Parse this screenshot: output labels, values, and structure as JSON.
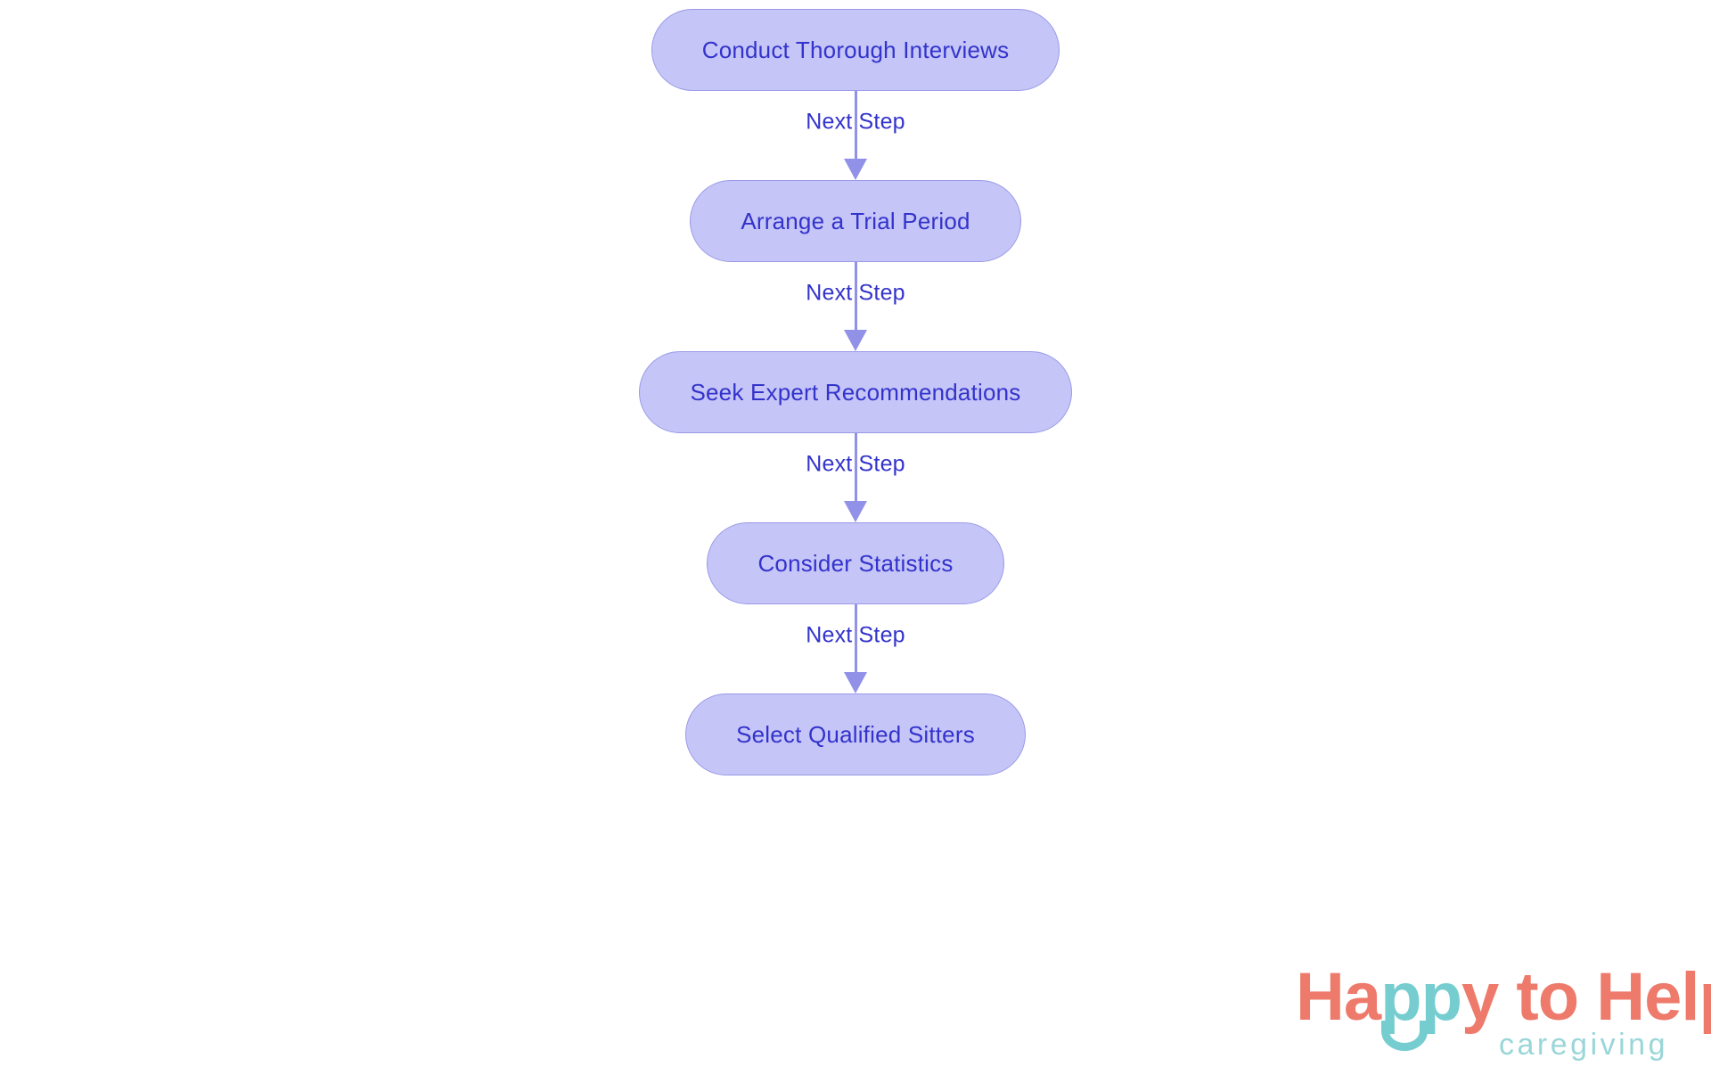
{
  "diagram": {
    "type": "flowchart",
    "direction": "top-to-bottom",
    "nodes": [
      {
        "id": "n1",
        "label": "Conduct Thorough Interviews",
        "shape": "stadium"
      },
      {
        "id": "n2",
        "label": "Arrange a Trial Period",
        "shape": "stadium"
      },
      {
        "id": "n3",
        "label": "Seek Expert Recommendations",
        "shape": "stadium"
      },
      {
        "id": "n4",
        "label": "Consider Statistics",
        "shape": "stadium"
      },
      {
        "id": "n5",
        "label": "Select Qualified Sitters",
        "shape": "stadium"
      }
    ],
    "edges": [
      {
        "from": "n1",
        "to": "n2",
        "label": "Next Step"
      },
      {
        "from": "n2",
        "to": "n3",
        "label": "Next Step"
      },
      {
        "from": "n3",
        "to": "n4",
        "label": "Next Step"
      },
      {
        "from": "n4",
        "to": "n5",
        "label": "Next Step"
      }
    ],
    "colors": {
      "node_fill": "#c5c5f7",
      "node_border": "#9a9ae8",
      "node_text": "#3333cc",
      "edge_line": "#9191e8",
      "edge_label_text": "#3333cc",
      "background": "#ffffff"
    }
  },
  "logo": {
    "word_1": "Ha",
    "word_2": "pp",
    "word_3": "y",
    "word_4": " to Help",
    "tagline": "caregiving",
    "colors": {
      "coral": "#ee7a6b",
      "teal": "#76cdd0",
      "tagline_teal": "#9ad6d8"
    }
  }
}
